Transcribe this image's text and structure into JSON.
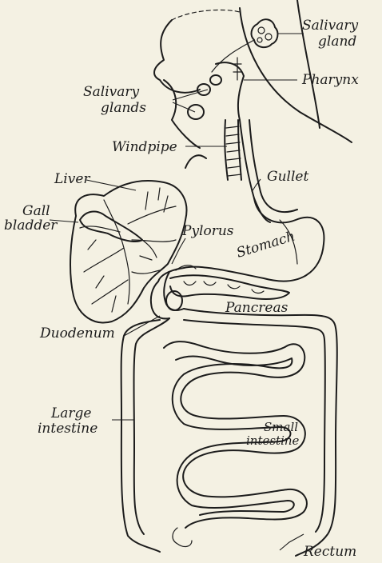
{
  "labels": {
    "salivary_gland_1": "Salivary",
    "salivary_gland_2": "gland",
    "pharynx": "Pharynx",
    "salivary_glands_1": "Salivary",
    "salivary_glands_2": "glands",
    "windpipe": "Windpipe",
    "gullet": "Gullet",
    "liver": "Liver",
    "gall_bladder_1": "Gall",
    "gall_bladder_2": "bladder",
    "pylorus": "Pylorus",
    "stomach": "Stomach",
    "pancreas": "Pancreas",
    "duodenum": "Duodenum",
    "large_intestine_1": "Large",
    "large_intestine_2": "intestine",
    "small_intestine_1": "Small",
    "small_intestine_2": "intestine",
    "rectum": "Rectum"
  }
}
